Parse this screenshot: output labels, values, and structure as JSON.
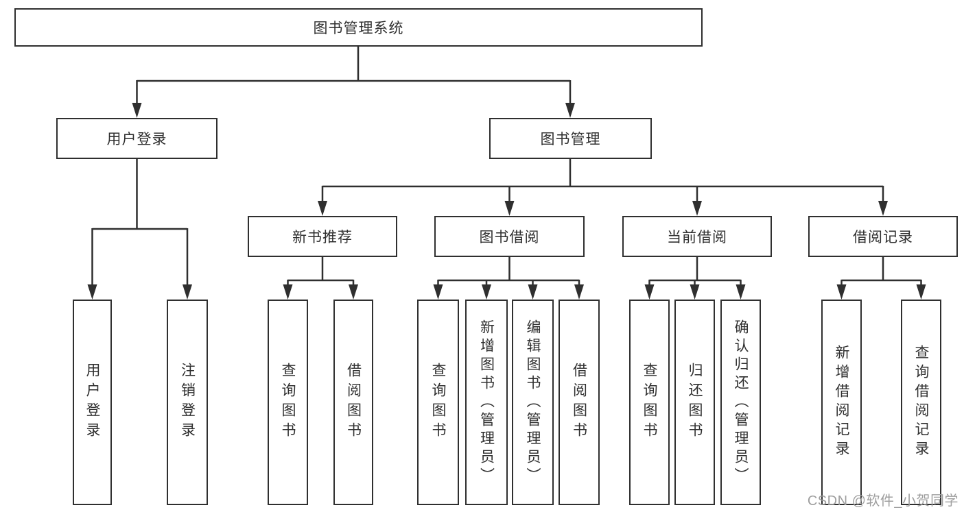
{
  "colors": {
    "line": "#2f2f2f",
    "text": "#2f2f2f",
    "box_background": "#ffffff",
    "page_background": "#ffffff",
    "watermark": "#9e9e9e"
  },
  "tree": {
    "root": {
      "label": "图书管理系统"
    },
    "branches": [
      {
        "label": "用户登录",
        "children": [
          {
            "label": "用户登录"
          },
          {
            "label": "注销登录"
          }
        ]
      },
      {
        "label": "图书管理",
        "children": [
          {
            "label": "新书推荐",
            "children": [
              {
                "label": "查询图书"
              },
              {
                "label": "借阅图书"
              }
            ]
          },
          {
            "label": "图书借阅",
            "children": [
              {
                "label": "查询图书"
              },
              {
                "label": "新增图书（管理员）"
              },
              {
                "label": "编辑图书（管理员）"
              },
              {
                "label": "借阅图书"
              }
            ]
          },
          {
            "label": "当前借阅",
            "children": [
              {
                "label": "查询图书"
              },
              {
                "label": "归还图书"
              },
              {
                "label": "确认归还（管理员）"
              }
            ]
          },
          {
            "label": "借阅记录",
            "children": [
              {
                "label": "新增借阅记录"
              },
              {
                "label": "查询借阅记录"
              }
            ]
          }
        ]
      }
    ]
  },
  "watermark": {
    "text": "CSDN @软件_小贺同学"
  }
}
